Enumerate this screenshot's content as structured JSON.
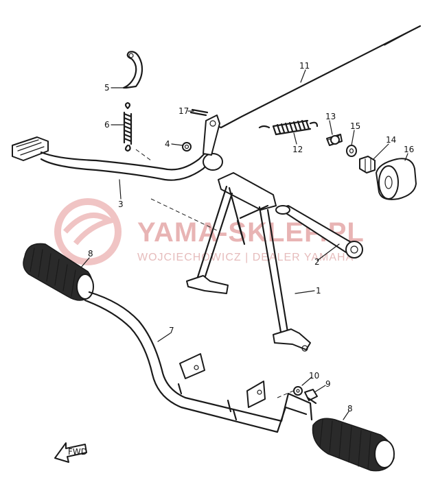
{
  "watermark": {
    "main_text": "YAMA-SKLEP.PL",
    "sub_text": "WOJCIECHOWICZ | DEALER YAMAHA",
    "color": "#e8b4b4"
  },
  "fwd_label": "FWD",
  "parts": [
    {
      "number": "1",
      "name": "center stand"
    },
    {
      "number": "2",
      "name": "pivot shaft"
    },
    {
      "number": "3",
      "name": "brake pedal"
    },
    {
      "number": "4",
      "name": "clip"
    },
    {
      "number": "5",
      "name": "spring hook"
    },
    {
      "number": "6",
      "name": "spring"
    },
    {
      "number": "7",
      "name": "footrest bar"
    },
    {
      "number": "8",
      "name": "footrest rubber"
    },
    {
      "number": "9",
      "name": "bolt"
    },
    {
      "number": "10",
      "name": "washer"
    },
    {
      "number": "11",
      "name": "brake rod"
    },
    {
      "number": "12",
      "name": "spring"
    },
    {
      "number": "13",
      "name": "bolt"
    },
    {
      "number": "14",
      "name": "nut"
    },
    {
      "number": "15",
      "name": "washer"
    },
    {
      "number": "16",
      "name": "stand rubber"
    },
    {
      "number": "17",
      "name": "cotter pin"
    }
  ]
}
